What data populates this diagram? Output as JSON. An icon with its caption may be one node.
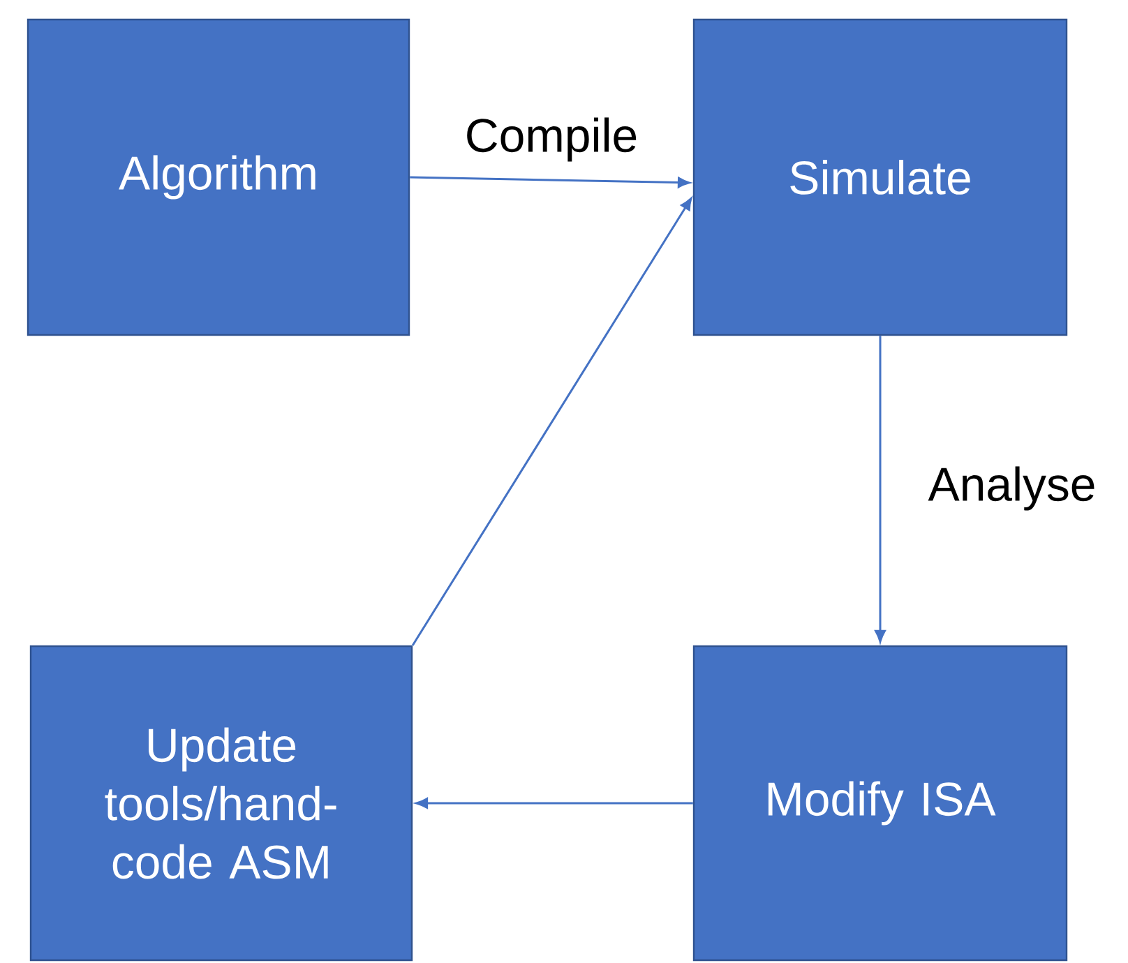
{
  "diagram": {
    "nodes": [
      {
        "text": [
          "Algorithm"
        ]
      },
      {
        "text": [
          "Simulate"
        ]
      },
      {
        "text": [
          "Update tools/hand-code ASM"
        ]
      },
      {
        "text": [
          "Modify ISA"
        ]
      }
    ],
    "edges": [
      {
        "from": 0,
        "to": 1,
        "arrow": "to",
        "label": "Compile"
      },
      {
        "from": 1,
        "to": 3,
        "arrow": "to",
        "label": "Analyse"
      },
      {
        "from": 3,
        "to": 2,
        "arrow": "to"
      },
      {
        "from": 2,
        "to": 1,
        "arrow": "to"
      }
    ]
  }
}
